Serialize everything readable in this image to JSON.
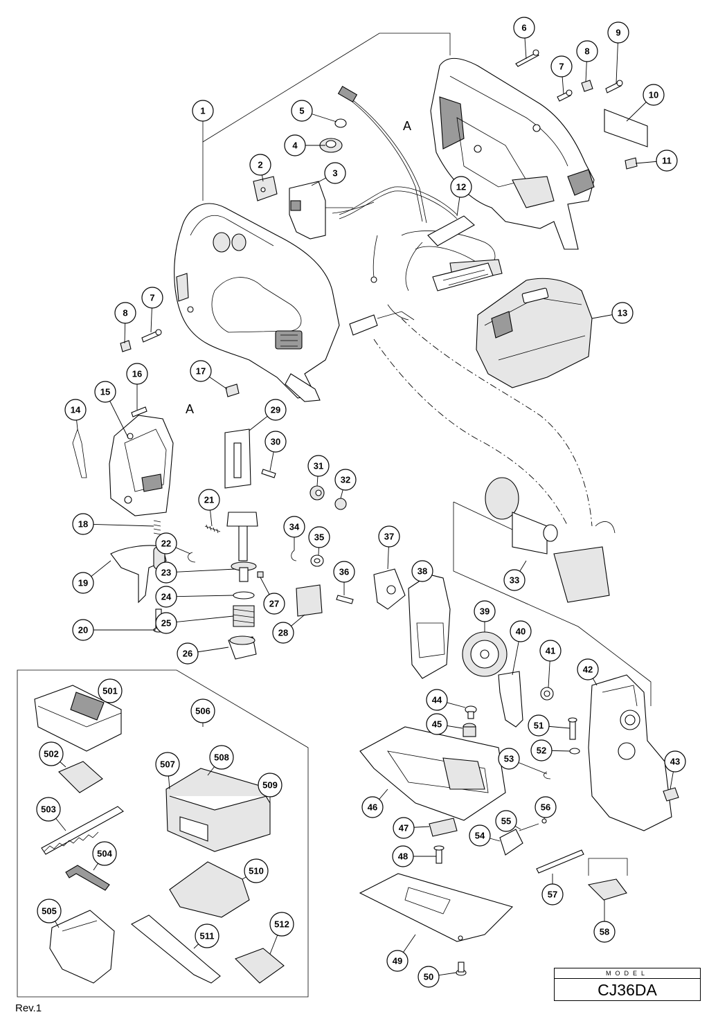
{
  "model": {
    "label": "MODEL",
    "name": "CJ36DA"
  },
  "revision": "Rev.1",
  "reference_letter": "A",
  "callouts": [
    {
      "label": "1"
    },
    {
      "label": "2"
    },
    {
      "label": "3"
    },
    {
      "label": "4"
    },
    {
      "label": "5"
    },
    {
      "label": "6"
    },
    {
      "label": "7"
    },
    {
      "label": "8"
    },
    {
      "label": "9"
    },
    {
      "label": "10"
    },
    {
      "label": "11"
    },
    {
      "label": "12"
    },
    {
      "label": "13"
    },
    {
      "label": "7"
    },
    {
      "label": "8"
    },
    {
      "label": "14"
    },
    {
      "label": "15"
    },
    {
      "label": "16"
    },
    {
      "label": "17"
    },
    {
      "label": "18"
    },
    {
      "label": "19"
    },
    {
      "label": "20"
    },
    {
      "label": "21"
    },
    {
      "label": "22"
    },
    {
      "label": "23"
    },
    {
      "label": "24"
    },
    {
      "label": "25"
    },
    {
      "label": "26"
    },
    {
      "label": "27"
    },
    {
      "label": "28"
    },
    {
      "label": "29"
    },
    {
      "label": "30"
    },
    {
      "label": "31"
    },
    {
      "label": "32"
    },
    {
      "label": "33"
    },
    {
      "label": "34"
    },
    {
      "label": "35"
    },
    {
      "label": "36"
    },
    {
      "label": "37"
    },
    {
      "label": "38"
    },
    {
      "label": "39"
    },
    {
      "label": "40"
    },
    {
      "label": "41"
    },
    {
      "label": "42"
    },
    {
      "label": "43"
    },
    {
      "label": "44"
    },
    {
      "label": "45"
    },
    {
      "label": "46"
    },
    {
      "label": "47"
    },
    {
      "label": "48"
    },
    {
      "label": "49"
    },
    {
      "label": "50"
    },
    {
      "label": "51"
    },
    {
      "label": "52"
    },
    {
      "label": "53"
    },
    {
      "label": "54"
    },
    {
      "label": "55"
    },
    {
      "label": "56"
    },
    {
      "label": "57"
    },
    {
      "label": "58"
    },
    {
      "label": "501"
    },
    {
      "label": "502"
    },
    {
      "label": "503"
    },
    {
      "label": "504"
    },
    {
      "label": "505"
    },
    {
      "label": "506"
    },
    {
      "label": "507"
    },
    {
      "label": "508"
    },
    {
      "label": "509"
    },
    {
      "label": "510"
    },
    {
      "label": "511"
    },
    {
      "label": "512"
    }
  ]
}
